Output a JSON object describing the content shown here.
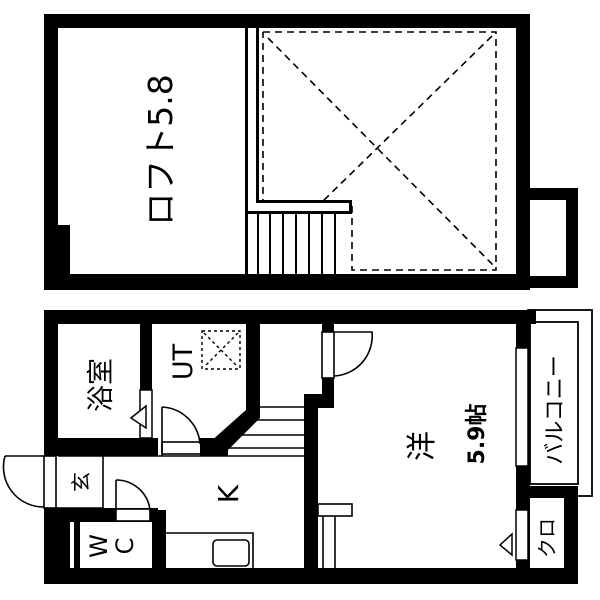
{
  "floor_plan": {
    "upper_floor": {
      "loft": {
        "label": "ロフト5.8"
      },
      "void_area": {
        "symbol": "dashed-x-void"
      },
      "stairs_top": {
        "steps": 8
      }
    },
    "lower_floor": {
      "bathroom": {
        "label": "浴室"
      },
      "utility": {
        "label": "UT",
        "washer_symbol": "dashed-x-box"
      },
      "kitchen": {
        "label": "K"
      },
      "entrance": {
        "label": "玄"
      },
      "toilet": {
        "label_line1": "W",
        "label_line2": "C"
      },
      "western_room": {
        "label": "洋",
        "size": "5.9帖"
      },
      "balcony": {
        "label": "バルコニー"
      },
      "closet": {
        "label": "クロ"
      }
    },
    "colors": {
      "wall": "#000000",
      "background": "#ffffff"
    }
  }
}
